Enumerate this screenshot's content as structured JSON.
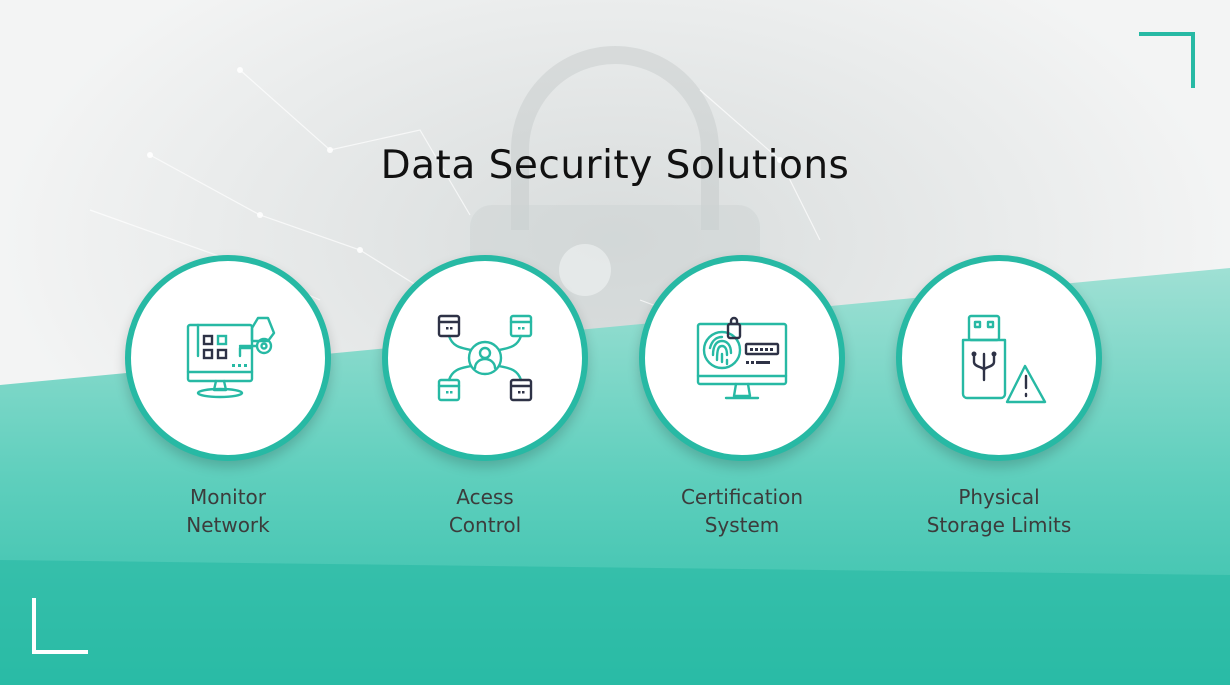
{
  "slide": {
    "title": "Data Security Solutions",
    "colors": {
      "accent": "#27b9a4",
      "accent_light": "#8fdccd",
      "icon_dark": "#2e3246",
      "text": "#3c3c3c"
    },
    "items": [
      {
        "icon": "monitor-network-icon",
        "label_line1": "Monitor",
        "label_line2": "Network"
      },
      {
        "icon": "access-control-icon",
        "label_line1": "Acess",
        "label_line2": "Control"
      },
      {
        "icon": "fingerprint-monitor-icon",
        "label_line1": "Certification",
        "label_line2": "System"
      },
      {
        "icon": "usb-warning-icon",
        "label_line1": "Physical",
        "label_line2": "Storage Limits"
      }
    ]
  }
}
